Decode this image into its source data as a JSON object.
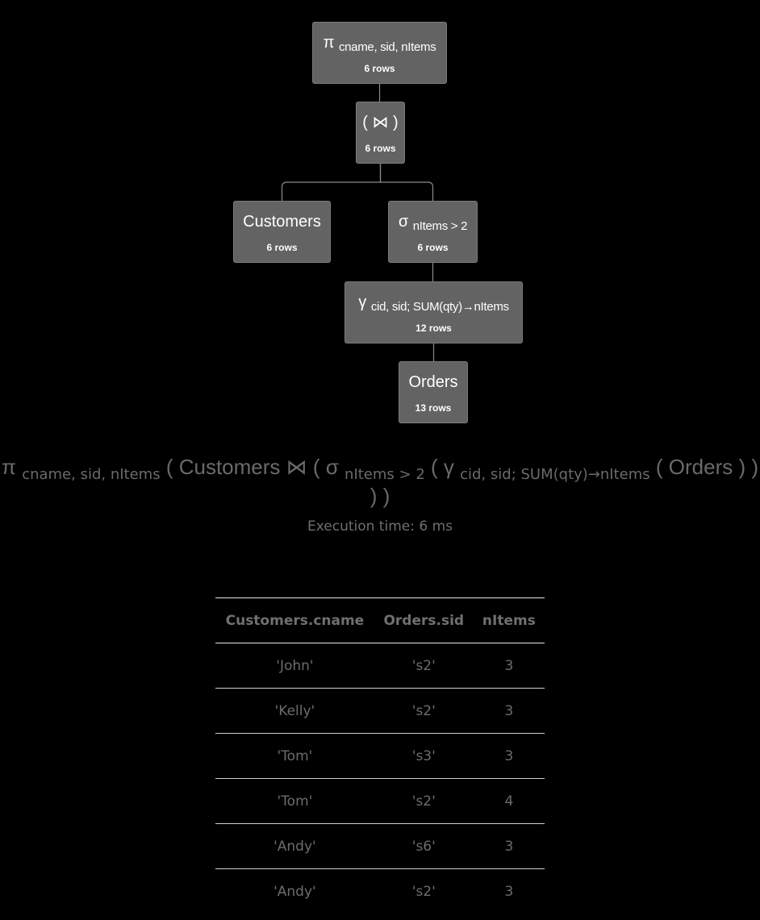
{
  "tree": {
    "nodes": [
      {
        "id": "project",
        "op": "π",
        "label": "",
        "sub": "cname, sid, nItems",
        "rows": "6 rows"
      },
      {
        "id": "join",
        "op": "",
        "label": "( ⋈ )",
        "sub": "",
        "rows": "6 rows"
      },
      {
        "id": "customers",
        "op": "",
        "label": "Customers",
        "sub": "",
        "rows": "6 rows"
      },
      {
        "id": "select",
        "op": "σ",
        "label": "",
        "sub": "nItems > 2",
        "rows": "6 rows"
      },
      {
        "id": "group",
        "op": "γ",
        "label": "",
        "sub": "cid, sid; SUM(qty)→nItems",
        "rows": "12 rows"
      },
      {
        "id": "orders",
        "op": "",
        "label": "Orders",
        "sub": "",
        "rows": "13 rows"
      }
    ],
    "edges": [
      [
        "project",
        "join"
      ],
      [
        "join",
        "customers"
      ],
      [
        "join",
        "select"
      ],
      [
        "select",
        "group"
      ],
      [
        "group",
        "orders"
      ]
    ]
  },
  "expression": {
    "tokens": [
      {
        "t": "π",
        "k": "tok"
      },
      {
        "t": "cname, sid, nItems",
        "k": "sub"
      },
      {
        "t": "( Customers ⋈ ( σ",
        "k": "tok"
      },
      {
        "t": "nItems > 2",
        "k": "sub"
      },
      {
        "t": "( γ",
        "k": "tok"
      },
      {
        "t": "cid, sid; SUM(qty)→nItems",
        "k": "sub"
      },
      {
        "t": "( Orders ) ) ) )",
        "k": "tok"
      }
    ]
  },
  "execution_time": "Execution time: 6 ms",
  "table": {
    "columns": [
      "Customers.cname",
      "Orders.sid",
      "nItems"
    ],
    "rows": [
      [
        "'John'",
        "'s2'",
        "3"
      ],
      [
        "'Kelly'",
        "'s2'",
        "3"
      ],
      [
        "'Tom'",
        "'s3'",
        "3"
      ],
      [
        "'Tom'",
        "'s2'",
        "4"
      ],
      [
        "'Andy'",
        "'s6'",
        "3"
      ],
      [
        "'Andy'",
        "'s2'",
        "3"
      ]
    ]
  }
}
